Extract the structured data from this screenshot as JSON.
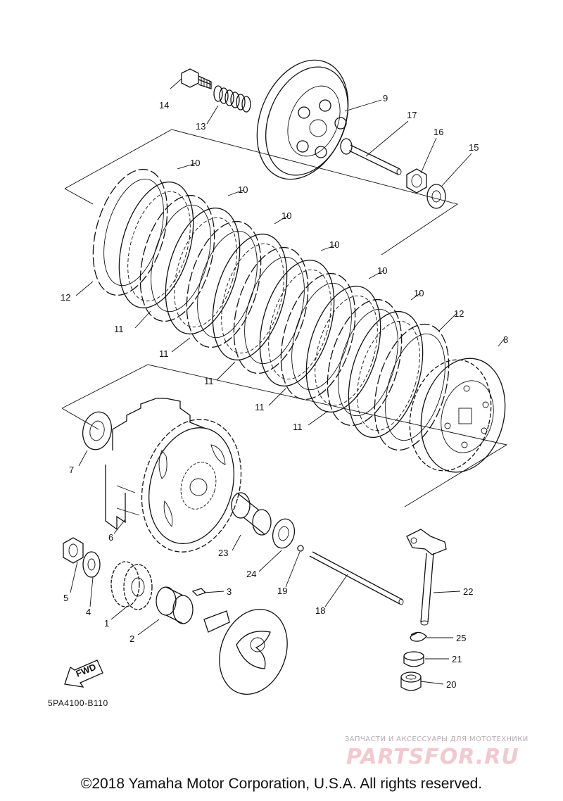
{
  "diagram": {
    "code": "5PA4100-B110",
    "fwd_label": "FWD",
    "copyright": "©2018 Yamaha Motor Corporation, U.S.A. All rights reserved.",
    "watermark": {
      "caption": "ЗАПЧАСТИ И АКСЕССУАРЫ ДЛЯ МОТОТЕХНИКИ",
      "logo": "PARTSFOR.RU"
    },
    "callouts": [
      "1",
      "2",
      "3",
      "4",
      "5",
      "6",
      "7",
      "8",
      "9",
      "10",
      "11",
      "12",
      "13",
      "14",
      "15",
      "16",
      "17",
      "18",
      "19",
      "20",
      "21",
      "22",
      "23",
      "24",
      "25"
    ]
  }
}
